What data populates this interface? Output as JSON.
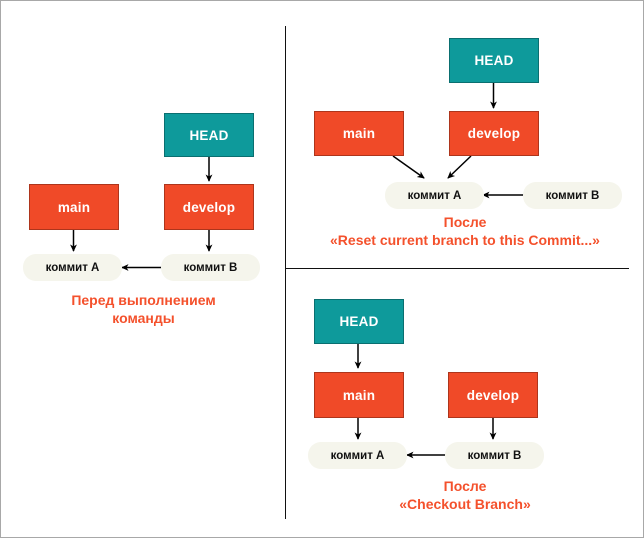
{
  "figure": {
    "title": "Git branch HEAD reset / checkout diagram",
    "colors": {
      "head_box": "#0e9a9b",
      "branch_box": "#f04a28",
      "commit_pill": "#f5f5ec",
      "caption_text": "#f4512c",
      "arrow": "#000000",
      "divider": "#111111",
      "frame_border": "#a8a8a8",
      "background": "#ffffff"
    }
  },
  "panels": {
    "left": {
      "name": "before-command",
      "nodes": {
        "head": "HEAD",
        "main": "main",
        "develop": "develop",
        "commit_a": "коммит А",
        "commit_b": "коммит В"
      },
      "caption": "Перед выполнением\nкоманды"
    },
    "top_right": {
      "name": "after-reset",
      "nodes": {
        "head": "HEAD",
        "main": "main",
        "develop": "develop",
        "commit_a": "коммит А",
        "commit_b": "коммит В"
      },
      "caption": "После\n«Reset current branch to this Commit...»"
    },
    "bottom_right": {
      "name": "after-checkout",
      "nodes": {
        "head": "HEAD",
        "main": "main",
        "develop": "develop",
        "commit_a": "коммит А",
        "commit_b": "коммит В"
      },
      "caption": "После\n«Checkout Branch»"
    }
  }
}
